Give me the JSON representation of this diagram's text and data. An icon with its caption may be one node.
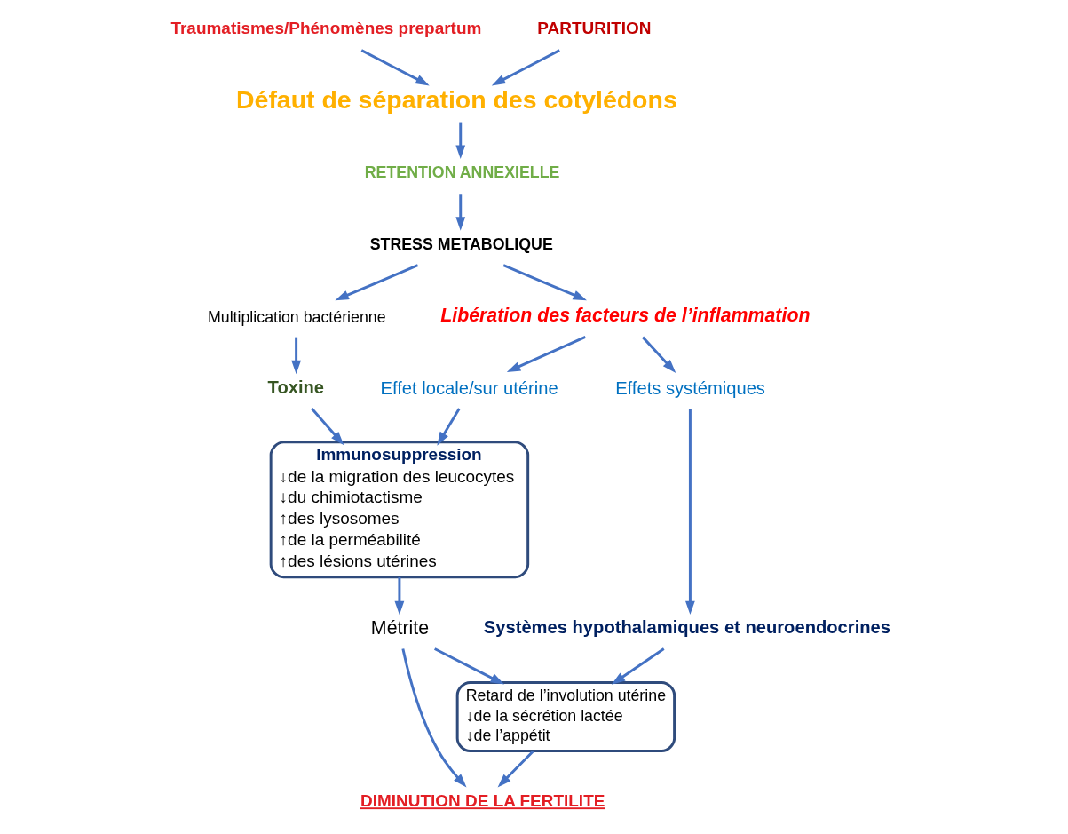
{
  "diagram": {
    "nodes": [
      {
        "text": [
          "Traumatismes/Phénomènes prepartum"
        ]
      },
      {
        "text": [
          "PARTURITION"
        ]
      },
      {
        "text": [
          "Défaut de séparation des cotylédons"
        ]
      },
      {
        "text": [
          "RETENTION ANNEXIELLE"
        ]
      },
      {
        "text": [
          "STRESS METABOLIQUE"
        ]
      },
      {
        "text": [
          "Multiplication bactérienne"
        ]
      },
      {
        "text": [
          "Libération des facteurs de l’inflammation"
        ]
      },
      {
        "text": [
          "Effet locale/sur utérine"
        ]
      },
      {
        "text": [
          "Toxine"
        ]
      },
      {
        "text": [
          "Effets systémiques"
        ]
      },
      {
        "text": [
          "Immunosuppression",
          "↓de la migration des leucocytes",
          "↓du chimiotactisme",
          "↑des lysosomes",
          "↑de la perméabilité",
          "↑des lésions utérines"
        ]
      },
      {
        "text": [
          "Systèmes hypothalamiques et neuroendocrines"
        ]
      },
      {
        "text": [
          "Retard de l’involution utérine",
          "↓de la sécrétion lactée",
          "↓de l’appétit"
        ]
      },
      {
        "text": [
          "Métrite"
        ]
      },
      {
        "text": [
          "DIMINUTION DE LA FERTILITE"
        ]
      }
    ],
    "edges": [
      {
        "from": 0,
        "to": 2,
        "arrow": "to"
      },
      {
        "from": 1,
        "to": 2,
        "arrow": "to"
      },
      {
        "from": 2,
        "to": 3,
        "arrow": "to"
      },
      {
        "from": 3,
        "to": 4,
        "arrow": "to"
      },
      {
        "from": 4,
        "to": 5,
        "arrow": "to"
      },
      {
        "from": 4,
        "to": 6,
        "arrow": "to"
      },
      {
        "from": 5,
        "to": 8,
        "arrow": "to"
      },
      {
        "from": 6,
        "to": 7,
        "arrow": "to"
      },
      {
        "from": 6,
        "to": 9,
        "arrow": "to"
      },
      {
        "from": 7,
        "to": 10,
        "arrow": "to"
      },
      {
        "from": 8,
        "to": 10,
        "arrow": "to"
      },
      {
        "from": 9,
        "to": 11,
        "arrow": "to"
      },
      {
        "from": 11,
        "to": 12,
        "arrow": "to"
      },
      {
        "from": 10,
        "to": 13,
        "arrow": "to"
      },
      {
        "from": 13,
        "to": 12,
        "arrow": "to"
      },
      {
        "from": 13,
        "to": 14,
        "arrow": "to"
      },
      {
        "from": 12,
        "to": 14,
        "arrow": "to"
      }
    ]
  }
}
